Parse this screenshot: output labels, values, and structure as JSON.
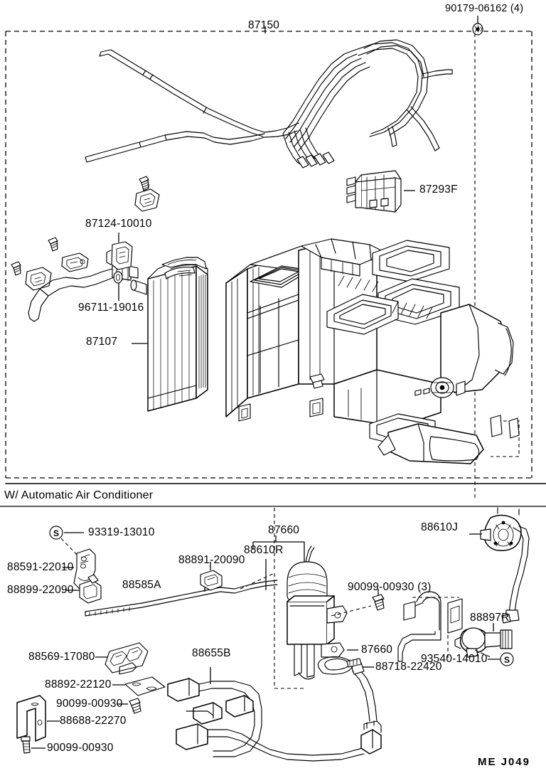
{
  "diagram": {
    "title_code": "87150",
    "footer_code": "ME  J049",
    "section_label": "W/ Automatic Air Conditioner",
    "top_right_code": "90179-06162 (4)"
  },
  "labels": {
    "harness_87150": "87150",
    "clip_90179": "90179-06162 (4)",
    "connector_87293F": "87293F",
    "clamp_87124": "87124-10010",
    "oring_96711": "96711-19016",
    "heater_core_87107": "87107",
    "screw_93319": "93319-13010",
    "bracket_88591": "88591-22010",
    "clip_88899": "88899-22090",
    "rod_88585A": "88585A",
    "clip_88891": "88891-20090",
    "motor_87660_top": "87660",
    "servo_88610R": "88610R",
    "bolt_90099_3": "90099-00930 (3)",
    "motor_87660_right": "87660",
    "actuator_88610J": "88610J",
    "valve_88897R": "88897R",
    "screw_93540": "93540-14010",
    "harness_88655B": "88655B",
    "band_88718": "88718-22420",
    "clip_88569": "88569-17080",
    "plate_88892": "88892-22120",
    "bolt_90099_a": "90099-00930",
    "bracket_88688": "88688-22270",
    "bolt_90099_b": "90099-00930"
  },
  "markers": {
    "s_screw_symbol": "S"
  }
}
